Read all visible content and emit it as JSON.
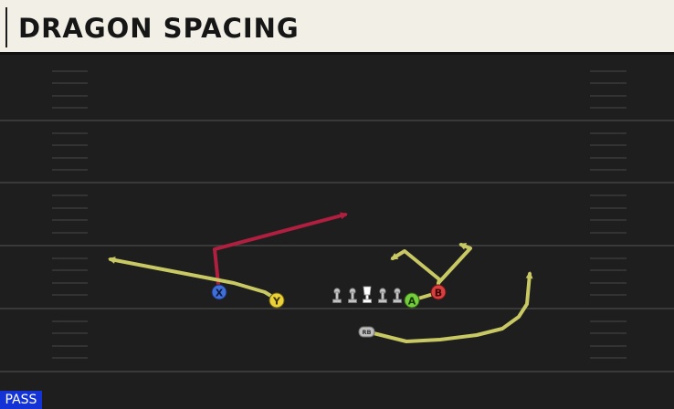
{
  "play": {
    "title": "DRAGON SPACING",
    "mode": "PASS"
  },
  "players": [
    {
      "id": "X",
      "label": "X",
      "color": "#3f6fd8",
      "route": "corner",
      "route_color": "#b01f3f"
    },
    {
      "id": "Y",
      "label": "Y",
      "color": "#ead13a",
      "route": "out",
      "route_color": "#c8c864"
    },
    {
      "id": "A",
      "label": "A",
      "color": "#74cc3e",
      "route": "whip",
      "route_color": "#c8c864"
    },
    {
      "id": "B",
      "label": "B",
      "color": "#d84040",
      "route": "corner-post",
      "route_color": "#c8c864"
    },
    {
      "id": "RB",
      "label": "RB",
      "color": "#bdbdbd",
      "route": "wheel",
      "route_color": "#c8c864"
    }
  ],
  "colors": {
    "field": "#1e1e1e",
    "yard_line": "#4a4a4a",
    "title_bg": "#f1efe6",
    "badge_bg": "#1433d6"
  }
}
